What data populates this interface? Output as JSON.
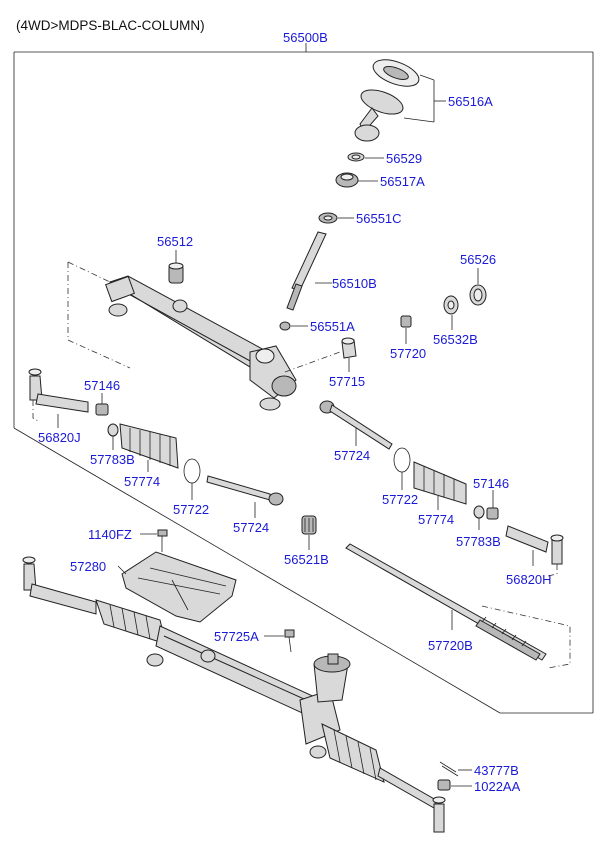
{
  "header": {
    "variant": "(4WD>MDPS-BLAC-COLUMN)"
  },
  "assembly": {
    "main": "56500B"
  },
  "callouts": {
    "p56516A": "56516A",
    "p56529": "56529",
    "p56517A": "56517A",
    "p56551C": "56551C",
    "p56512": "56512",
    "p56526": "56526",
    "p56510B": "56510B",
    "p56551A": "56551A",
    "p56532B": "56532B",
    "p57720": "57720",
    "p57715": "57715",
    "p57146_l": "57146",
    "p56820J": "56820J",
    "p57783B_l": "57783B",
    "p57774_l": "57774",
    "p57722_l": "57722",
    "p57724_a": "57724",
    "p57724_b": "57724",
    "p57722_r": "57722",
    "p57146_r": "57146",
    "p57774_r": "57774",
    "p57783B_r": "57783B",
    "p56820H": "56820H",
    "p56521B": "56521B",
    "p1140FZ": "1140FZ",
    "p57280": "57280",
    "p57725A": "57725A",
    "p57720B": "57720B",
    "p43777B": "43777B",
    "p1022AA": "1022AA"
  },
  "colors": {
    "label": "#1a1ad6",
    "line": "#222222",
    "part_fill": "#d9d9d9"
  }
}
